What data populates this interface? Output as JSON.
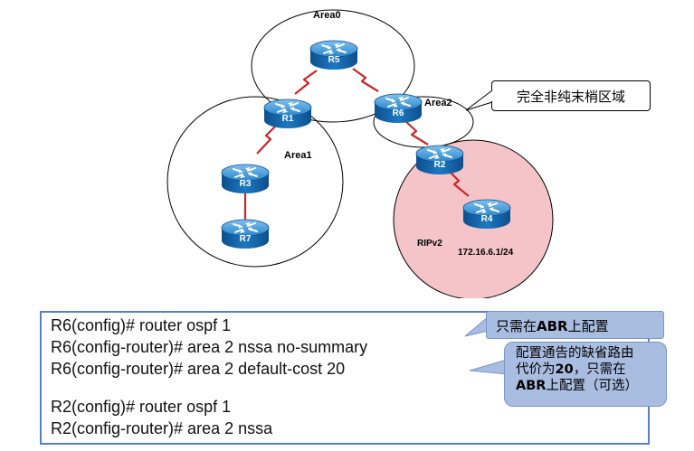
{
  "areas": {
    "area0": "Area0",
    "area1": "Area1",
    "area2": "Area2"
  },
  "routers": {
    "r1": "R1",
    "r2": "R2",
    "r3": "R3",
    "r4": "R4",
    "r5": "R5",
    "r6": "R6",
    "r7": "R7"
  },
  "rip_label": "RIPv2",
  "network_label": "172.16.6.1/24",
  "callout_area2": "完全非纯末梢区域",
  "config_lines": [
    "R6(config)# router ospf 1",
    "R6(config-router)# area 2 nssa no-summary",
    "R6(config-router)# area 2 default-cost 20",
    "R2(config)# router ospf 1",
    "R2(config-router)# area 2 nssa"
  ],
  "note_abr": {
    "prefix": "只需在",
    "bold": "ABR",
    "suffix": "上配置"
  },
  "note_default_cost": {
    "line1": "配置通告的缺省路由",
    "line2_prefix": "代价为",
    "line2_bold": "20",
    "line2_suffix": "，只需在",
    "line3_bold": "ABR",
    "line3_suffix": "上配置（可选）"
  },
  "colors": {
    "link": "#c62828",
    "router_blue": "#1a6db3",
    "rip_fill": "#f4c4c8",
    "config_border": "#5b7fbe",
    "note_fill": "#a9bde0"
  }
}
